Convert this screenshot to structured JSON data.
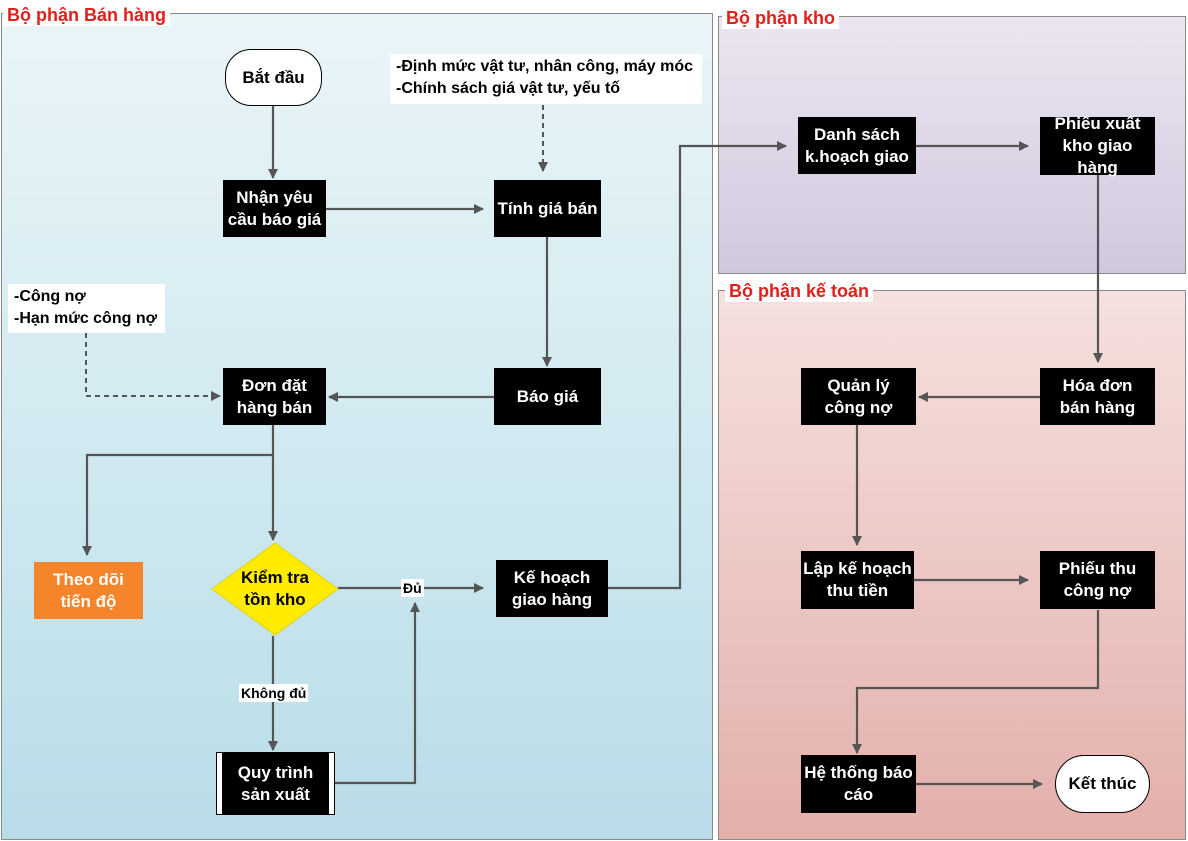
{
  "lanes": {
    "sales": {
      "title": "Bộ phận Bán hàng"
    },
    "warehouse": {
      "title": "Bộ phận kho"
    },
    "accounting": {
      "title": "Bộ phận kế toán"
    }
  },
  "nodes": {
    "start": "Bắt đầu",
    "request": "Nhận yêu\ncầu báo giá",
    "pricing": "Tính giá bán",
    "quote": "Báo giá",
    "order": "Đơn đặt\nhàng bán",
    "track": "Theo dõi\ntiến độ",
    "check": "Kiểm tra\ntồn kho",
    "production": "Quy trình\nsản xuất",
    "delivery_plan": "Kế hoạch\ngiao hàng",
    "delivery_list": "Danh sách\nk.hoạch giao",
    "issue_slip": "Phiếu xuất\nkho giao hàng",
    "invoice": "Hóa đơn\nbán hàng",
    "debt_mgmt": "Quản lý\ncông nợ",
    "collection_plan": "Lập kế hoạch\nthu tiền",
    "receipt": "Phiếu thu\ncông nợ",
    "report": "Hệ thống báo\ncáo",
    "end": "Kết thúc"
  },
  "notes": {
    "pricing_inputs": [
      "-Định mức vật tư, nhân công, máy móc",
      "-Chính sách giá vật tư, yếu tố"
    ],
    "debt_inputs": [
      "-Công nợ",
      "-Hạn mức công nợ"
    ]
  },
  "edge_labels": {
    "enough": "Đủ",
    "not_enough": "Không đủ"
  },
  "colors": {
    "lane_title": "#e0201b",
    "process": "#000000",
    "decision": "#ffeb00",
    "track": "#f5842a",
    "arrow": "#555555"
  }
}
